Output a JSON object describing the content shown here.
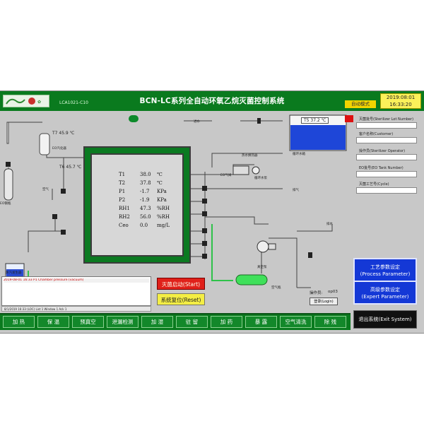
{
  "header": {
    "title": "BCN-LC系列全自动环氧乙烷灭菌控制系统",
    "subtitle": "LCA1021-C10",
    "mode": "自动模式",
    "date": "2019:08:01",
    "time": "16:33:20"
  },
  "readings": [
    {
      "label": "T1",
      "value": "38.0",
      "unit": "℃"
    },
    {
      "label": "T2",
      "value": "37.8",
      "unit": "℃"
    },
    {
      "label": "P1",
      "value": "-1.7",
      "unit": "KPa"
    },
    {
      "label": "P2",
      "value": "-1.9",
      "unit": "KPa"
    },
    {
      "label": "RH1",
      "value": "47.3",
      "unit": "%RH"
    },
    {
      "label": "RH2",
      "value": "56.0",
      "unit": "%RH"
    },
    {
      "label": "Ceo",
      "value": "0.0",
      "unit": "mg/L"
    }
  ],
  "sensors": {
    "t7": "T7 45.9 ℃",
    "t6": "T6 45.7 ℃",
    "t5": "T5 37.2 ℃"
  },
  "diagram_labels": {
    "eo_bottle": "EO钢瓶",
    "eo_heater": "EO汽化器",
    "water_in": "进水",
    "heat_exchanger": "热水换热器",
    "circ_pump": "循环水泵",
    "eo_valve": "EO气阀",
    "air": "空气",
    "exhaust": "排气",
    "drain": "排水",
    "vacuum_pump": "真空泵",
    "air_tank": "空气瓶",
    "steam_gen": "蒸汽发生器",
    "water_tank": "循环水箱",
    "operator": "操作员:",
    "operator_value": "op03",
    "login": "登录(Login)"
  },
  "right_panel": {
    "fields": [
      "灭菌批号(Sterilizer Lot Number)",
      "客户名称(Customer)",
      "操作员(Sterilizer Operator)",
      "EO批号(EO Tank Number)",
      "灭菌工艺号(Cycle)"
    ],
    "process_btn": [
      "工艺参数设定",
      "(Process Parameter)"
    ],
    "expert_btn": [
      "高级参数设定",
      "(Expert Parameter)"
    ],
    "exit_btn": "退出系统(Exit System)"
  },
  "controls": {
    "start": "灭菌启动(Start)",
    "reset": "系统复位(Reset)"
  },
  "log": {
    "entry": "2019-08-01 16:33 P1 Chamber pressure (vacuum)",
    "status": "8/1/2019    16:33 (LOC)    List 1    Window 1    Ack  1"
  },
  "tabs": [
    "加 热",
    "保 温",
    "预真空",
    "泄漏检测",
    "加 湿",
    "驻 留",
    "加 药",
    "暴 露",
    "空气清洗",
    "除 残"
  ],
  "colors": {
    "header": "#0a7a1e",
    "chamber": "#0b7a21",
    "start": "#e0201a",
    "reset": "#f4ee44",
    "panel_btn": "#1438d6"
  }
}
